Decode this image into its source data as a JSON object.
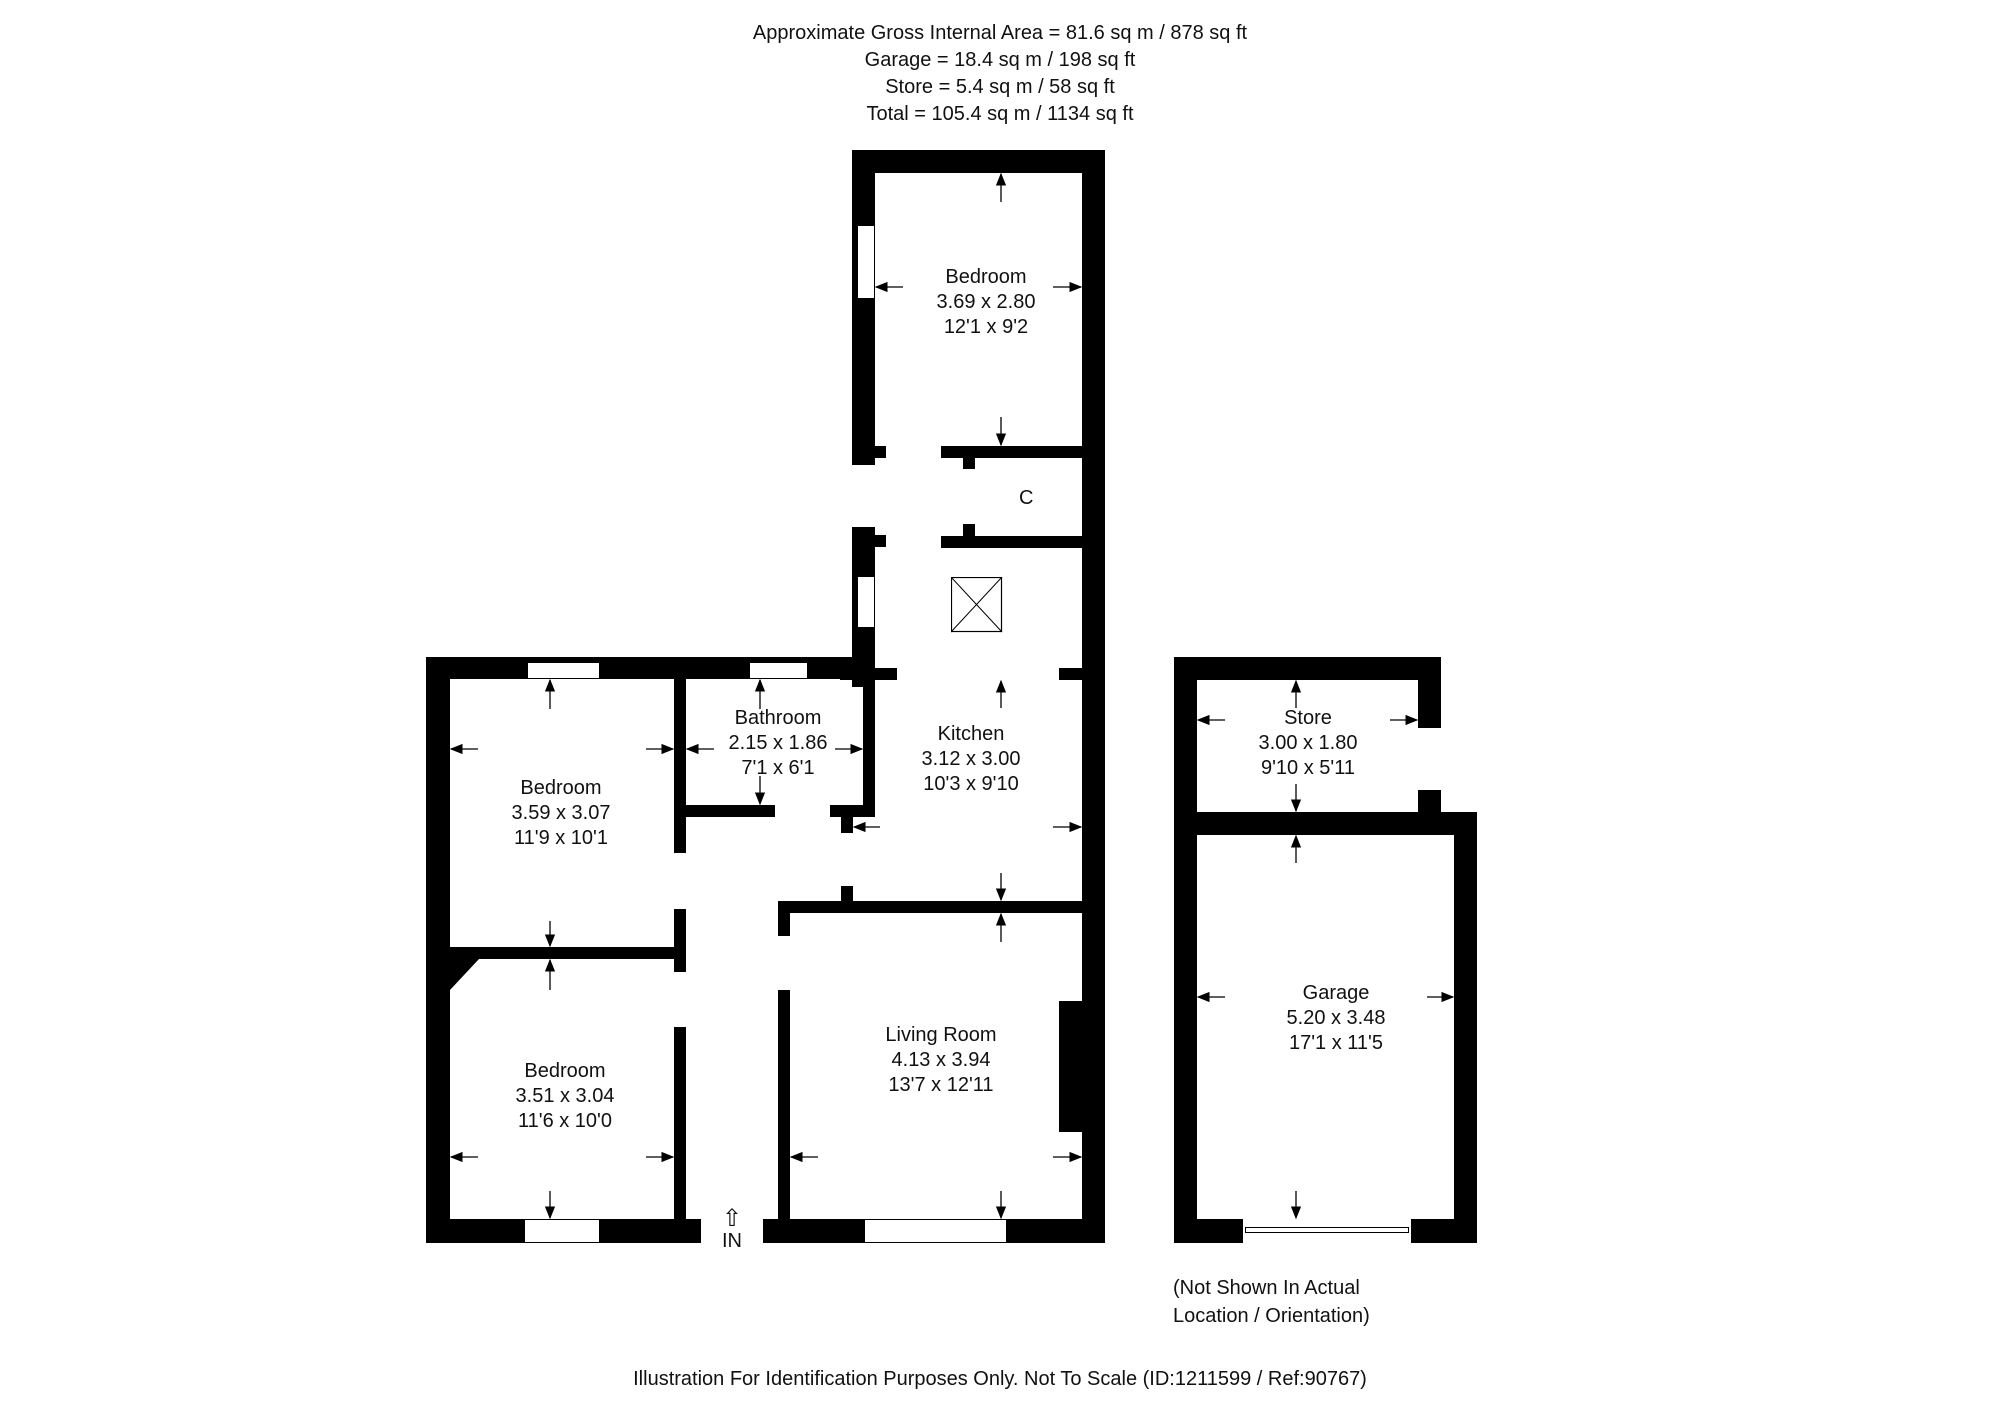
{
  "header": {
    "lines": [
      "Approximate Gross Internal Area = 81.6 sq m / 878 sq ft",
      "Garage = 18.4 sq m / 198 sq ft",
      "Store = 5.4 sq m / 58 sq ft",
      "Total = 105.4 sq m / 1134 sq ft"
    ]
  },
  "rooms": [
    {
      "name": "Bedroom",
      "metric": "3.69 x 2.80",
      "imperial": "12'1 x 9'2"
    },
    {
      "name": "Bathroom",
      "metric": "2.15 x 1.86",
      "imperial": "7'1 x 6'1"
    },
    {
      "name": "Bedroom",
      "metric": "3.59 x 3.07",
      "imperial": "11'9 x 10'1"
    },
    {
      "name": "Kitchen",
      "metric": "3.12 x 3.00",
      "imperial": "10'3 x 9'10"
    },
    {
      "name": "Bedroom",
      "metric": "3.51 x 3.04",
      "imperial": "11'6 x 10'0"
    },
    {
      "name": "Living Room",
      "metric": "4.13 x 3.94",
      "imperial": "13'7 x 12'11"
    },
    {
      "name": "Store",
      "metric": "3.00 x 1.80",
      "imperial": "9'10 x 5'11"
    },
    {
      "name": "Garage",
      "metric": "5.20 x 3.48",
      "imperial": "17'1 x 11'5"
    }
  ],
  "labels": {
    "cupboard": "C",
    "entrance": "IN",
    "entrance_arrow": "⇧"
  },
  "notes": {
    "outbuilding": [
      "(Not Shown In Actual",
      "Location / Orientation)"
    ]
  },
  "footer": {
    "text": "Illustration For Identification Purposes Only. Not To Scale (ID:1211599 / Ref:90767)"
  }
}
